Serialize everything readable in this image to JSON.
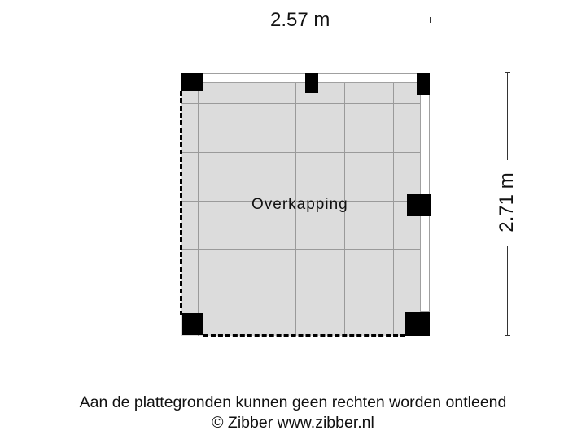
{
  "dimensions": {
    "width_label": "2.57 m",
    "height_label": "2.71 m"
  },
  "room": {
    "label": "Overkapping",
    "floor_color": "#dcdcdc",
    "grid_color": "#9a9a9a",
    "post_color": "#000000"
  },
  "footer": {
    "disclaimer": "Aan de plattegronden kunnen geen rechten worden ontleend",
    "copyright": "© Zibber www.zibber.nl"
  }
}
